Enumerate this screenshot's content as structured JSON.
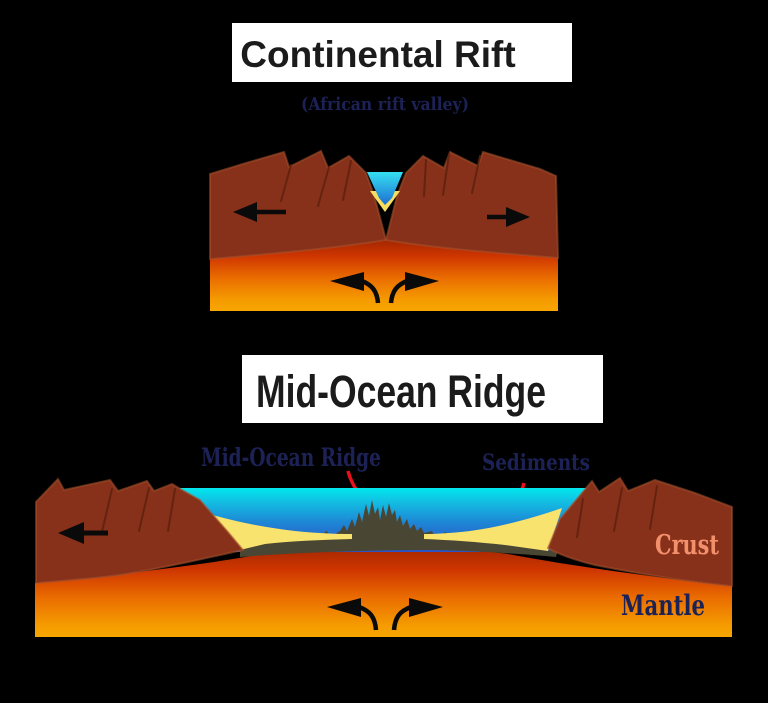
{
  "page": {
    "background": "#000000"
  },
  "continental_rift": {
    "title": "Continental Rift",
    "subtitle": "(African rift valley)"
  },
  "mid_ocean_ridge": {
    "title": "Mid-Ocean Ridge",
    "ridge_label": "Mid-Ocean Ridge",
    "sediments_label": "Sediments",
    "crust_label": "Crust",
    "mantle_label": "Mantle"
  },
  "colors": {
    "continental_crust": "#87301a",
    "crust_outline": "#a5542e",
    "oceanic_crust": "#4a4634",
    "sediment": "#f8e36e",
    "water_surface": "#00e8ee",
    "water_deep": "#2b55c6",
    "mantle_top": "#9e2400",
    "mantle_bottom": "#f7a500",
    "label_navy": "#1d2256",
    "crust_label_color": "#f2906c",
    "annotation_arrow_red": "#e8101c",
    "motion_arrow_black": "#0a0a0a",
    "title_text": "#1b1b1b",
    "title_box": "#ffffff"
  }
}
